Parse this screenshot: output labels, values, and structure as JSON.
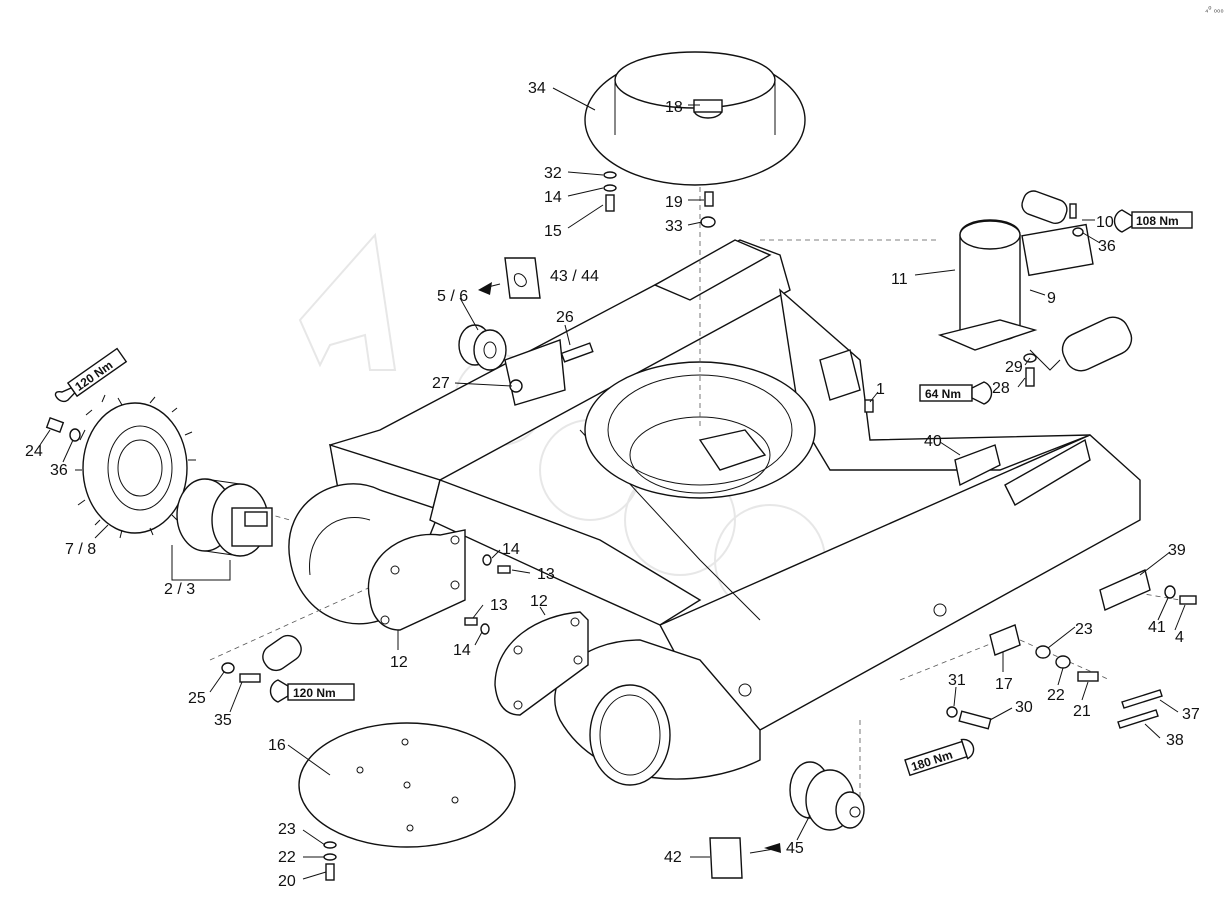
{
  "corner_mark": "₄⁰ ₀₀₀",
  "watermark": "Autocook",
  "callouts": [
    {
      "id": "c34",
      "text": "34"
    },
    {
      "id": "c18",
      "text": "18"
    },
    {
      "id": "c32",
      "text": "32"
    },
    {
      "id": "c14a",
      "text": "14"
    },
    {
      "id": "c15",
      "text": "15"
    },
    {
      "id": "c19",
      "text": "19"
    },
    {
      "id": "c33",
      "text": "33"
    },
    {
      "id": "c4344",
      "text": "43 / 44"
    },
    {
      "id": "c56",
      "text": "5 / 6"
    },
    {
      "id": "c26",
      "text": "26"
    },
    {
      "id": "c27",
      "text": "27"
    },
    {
      "id": "c24",
      "text": "24"
    },
    {
      "id": "c36a",
      "text": "36"
    },
    {
      "id": "c78",
      "text": "7 / 8"
    },
    {
      "id": "c23b",
      "text": "2 / 3"
    },
    {
      "id": "c14b",
      "text": "14"
    },
    {
      "id": "c13a",
      "text": "13"
    },
    {
      "id": "c13b",
      "text": "13"
    },
    {
      "id": "c12a",
      "text": "12"
    },
    {
      "id": "c14c",
      "text": "14"
    },
    {
      "id": "c12b",
      "text": "12"
    },
    {
      "id": "c25",
      "text": "25"
    },
    {
      "id": "c35",
      "text": "35"
    },
    {
      "id": "c16",
      "text": "16"
    },
    {
      "id": "c23a",
      "text": "23"
    },
    {
      "id": "c22a",
      "text": "22"
    },
    {
      "id": "c20",
      "text": "20"
    },
    {
      "id": "c10",
      "text": "10"
    },
    {
      "id": "c36b",
      "text": "36"
    },
    {
      "id": "c11",
      "text": "11"
    },
    {
      "id": "c9",
      "text": "9"
    },
    {
      "id": "c29",
      "text": "29"
    },
    {
      "id": "c28",
      "text": "28"
    },
    {
      "id": "c1",
      "text": "1"
    },
    {
      "id": "c40",
      "text": "40"
    },
    {
      "id": "c39",
      "text": "39"
    },
    {
      "id": "c41",
      "text": "41"
    },
    {
      "id": "c4",
      "text": "4"
    },
    {
      "id": "c23c",
      "text": "23"
    },
    {
      "id": "c17",
      "text": "17"
    },
    {
      "id": "c22b",
      "text": "22"
    },
    {
      "id": "c21",
      "text": "21"
    },
    {
      "id": "c31",
      "text": "31"
    },
    {
      "id": "c30",
      "text": "30"
    },
    {
      "id": "c37",
      "text": "37"
    },
    {
      "id": "c38",
      "text": "38"
    },
    {
      "id": "c42",
      "text": "42"
    },
    {
      "id": "c45",
      "text": "45"
    }
  ],
  "torques": [
    {
      "id": "t120a",
      "text": "120 Nm"
    },
    {
      "id": "t120b",
      "text": "120 Nm"
    },
    {
      "id": "t108",
      "text": "108 Nm"
    },
    {
      "id": "t64",
      "text": "64 Nm"
    },
    {
      "id": "t180",
      "text": "180 Nm"
    }
  ]
}
